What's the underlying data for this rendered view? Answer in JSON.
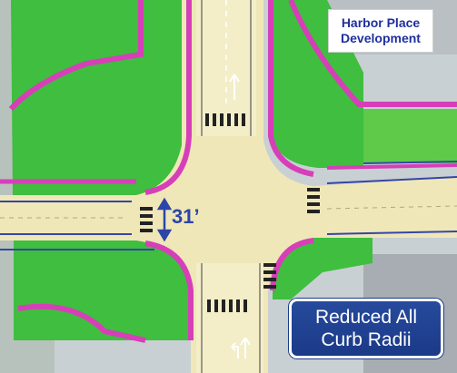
{
  "map": {
    "title_line1": "Harbor Place",
    "title_line2": "Development",
    "callout_line1": "Reduced All",
    "callout_line2": "Curb Radii",
    "dimension_label": "31’"
  },
  "colors": {
    "green_area": "#3fbe3f",
    "curb_magenta": "#d63fb8",
    "road_tan": "#efe7b8",
    "lane_blue": "#3546a8",
    "callout_blue": "#1e3d8f",
    "title_text_blue": "#1f2f9e"
  },
  "icons": [
    "north-arrow-marking",
    "lane-arrow-left-straight",
    "crosswalk"
  ]
}
